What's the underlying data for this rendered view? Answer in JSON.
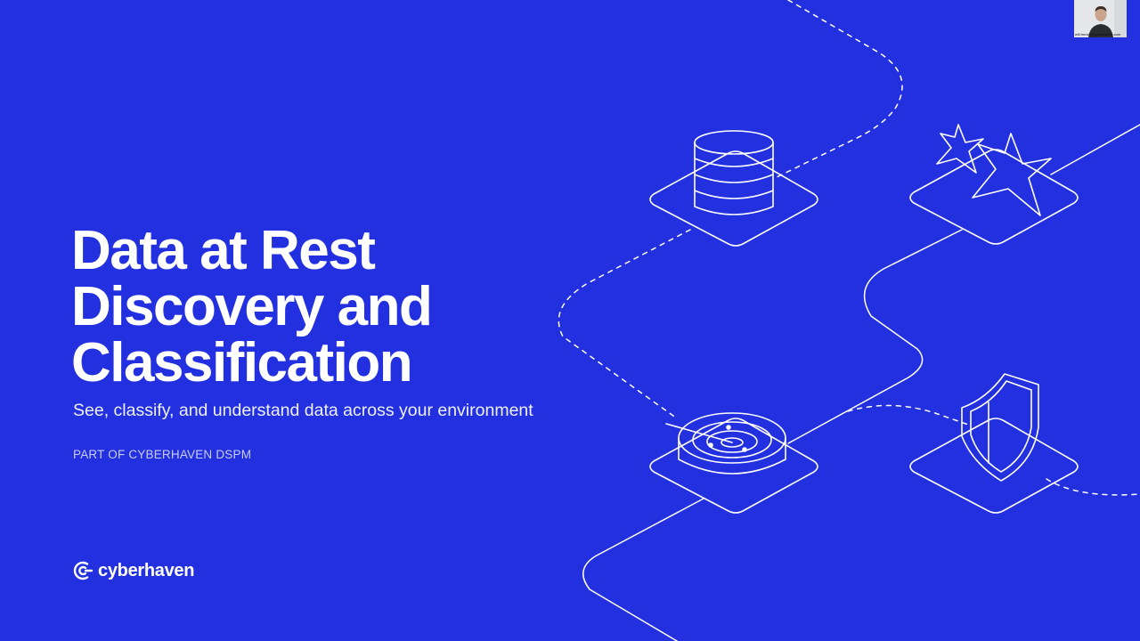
{
  "slide": {
    "title_lines": [
      "Data at Rest",
      "Discovery and",
      "Classification"
    ],
    "subtitle": "See, classify, and understand data across your environment",
    "eyebrow": "PART OF CYBERHAVEN DSPM",
    "brand": {
      "name": "cyberhaven",
      "icon": "cyberhaven-logo-icon"
    }
  },
  "participant": {
    "label": "will.trench@cyberhaven.com"
  },
  "illustration": {
    "icons": [
      "database-icon",
      "stars-icon",
      "radar-icon",
      "shield-icon"
    ]
  },
  "colors": {
    "background": "#2330e0",
    "foreground": "#ffffff",
    "muted": "#c9cdfb"
  }
}
